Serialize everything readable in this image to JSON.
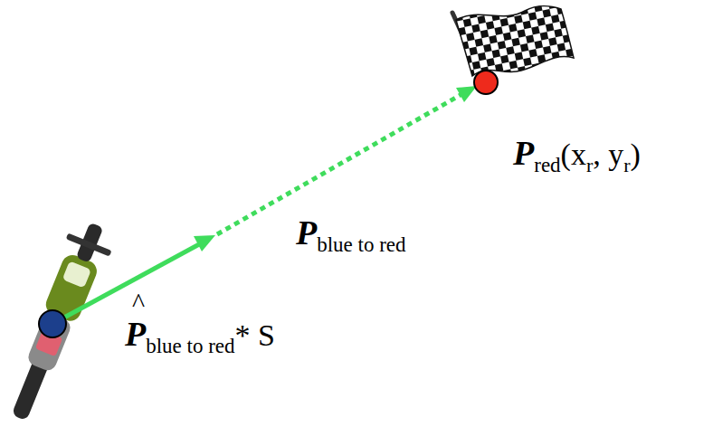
{
  "diagram": {
    "labels": [
      "P",
      "red",
      "(x",
      "r",
      ", y",
      "r",
      ")",
      "P",
      "blue to red",
      "^",
      "P",
      "blue to red",
      "* S"
    ]
  }
}
